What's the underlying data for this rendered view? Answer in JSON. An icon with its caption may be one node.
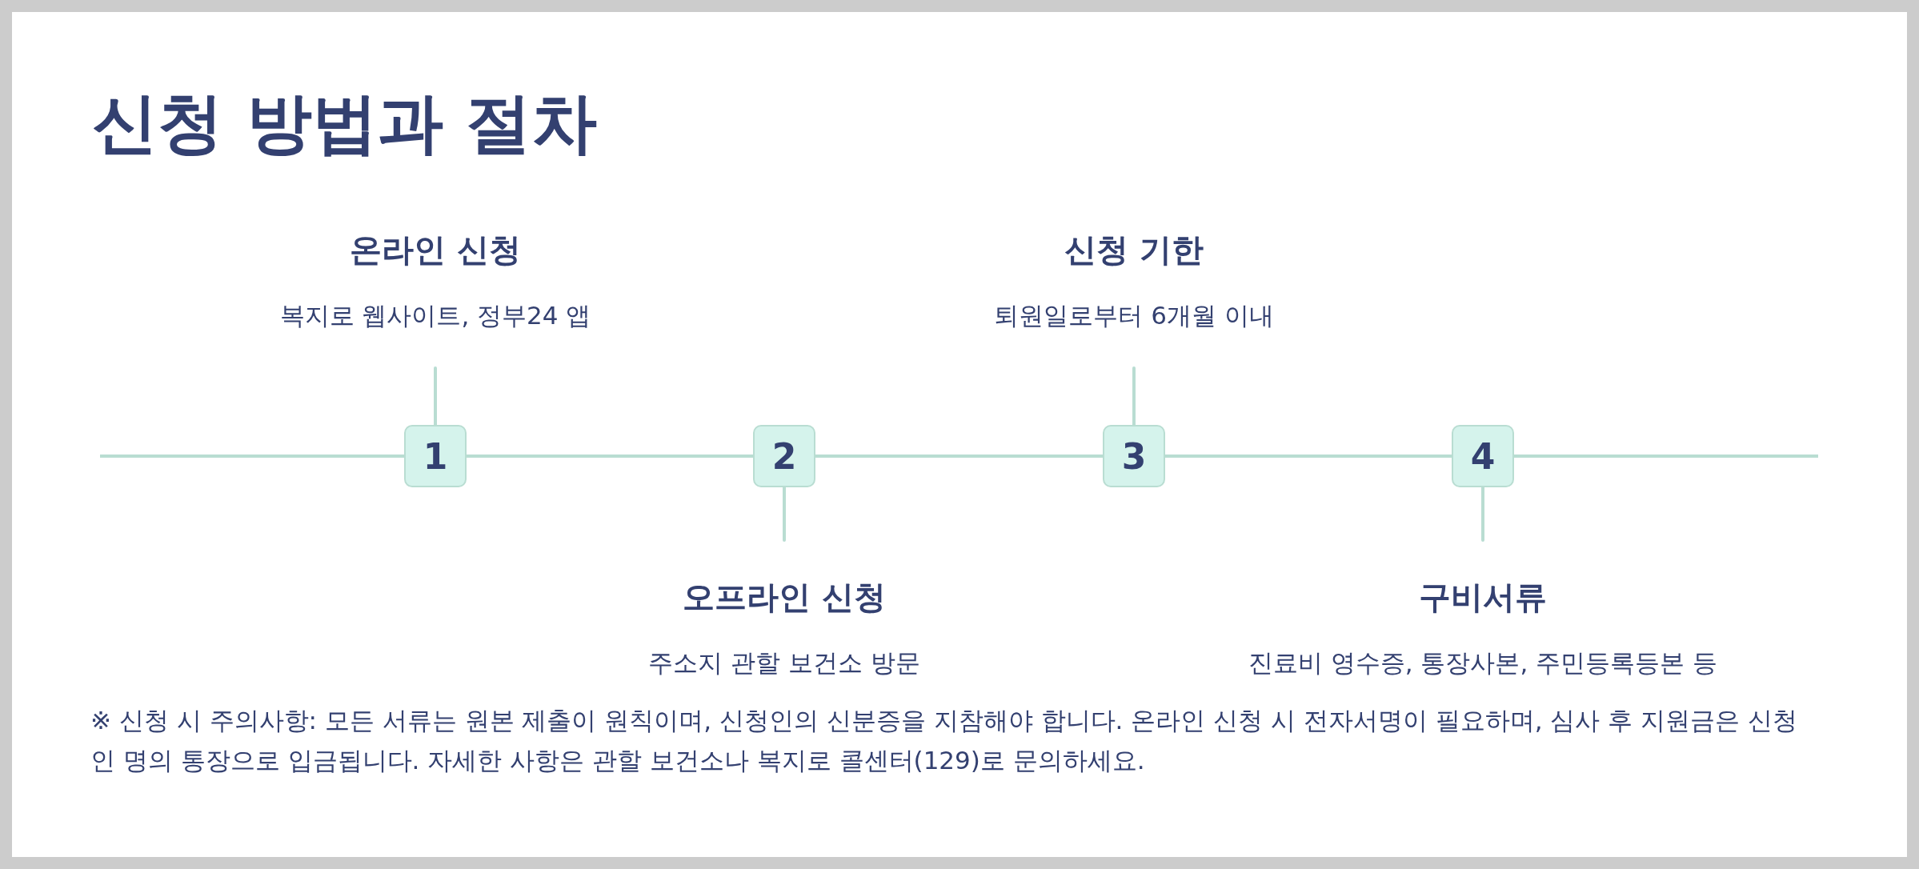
{
  "diagram": {
    "title": "신청 방법과 절차",
    "nodes": [
      {
        "text": [
          "1"
        ]
      },
      {
        "text": [
          "2"
        ]
      },
      {
        "text": [
          "3"
        ]
      },
      {
        "text": [
          "4"
        ]
      },
      {
        "text": [
          "온라인 신청",
          "복지로 웹사이트, 정부24 앱"
        ]
      },
      {
        "text": [
          "오프라인 신청",
          "주소지 관할 보건소 방문"
        ]
      },
      {
        "text": [
          "신청 기한",
          "퇴원일로부터 6개월 이내"
        ]
      },
      {
        "text": [
          "구비서류",
          "진료비 영수증, 통장사본, 주민등록등본 등"
        ]
      }
    ],
    "edges": [
      {
        "from": 0,
        "to": 1,
        "arrow": "none"
      },
      {
        "from": 1,
        "to": 2,
        "arrow": "none"
      },
      {
        "from": 2,
        "to": 3,
        "arrow": "none"
      },
      {
        "from": 0,
        "to": 4,
        "arrow": "none"
      },
      {
        "from": 1,
        "to": 5,
        "arrow": "none"
      },
      {
        "from": 2,
        "to": 6,
        "arrow": "none"
      },
      {
        "from": 3,
        "to": 7,
        "arrow": "none"
      }
    ],
    "labels": [
      "※ 신청 시 주의사항: 모든 서류는 원본 제출이 원칙이며, 신청인의 신분증을 지참해야 합니다. 온라인 신청 시 전자서명이 필요하며, 심사 후 지원금은 신청인 명의 통장으로 입금됩니다. 자세한 사항은 관할 보건소나 복지로 콜센터(129)로 문의하세요."
    ]
  }
}
